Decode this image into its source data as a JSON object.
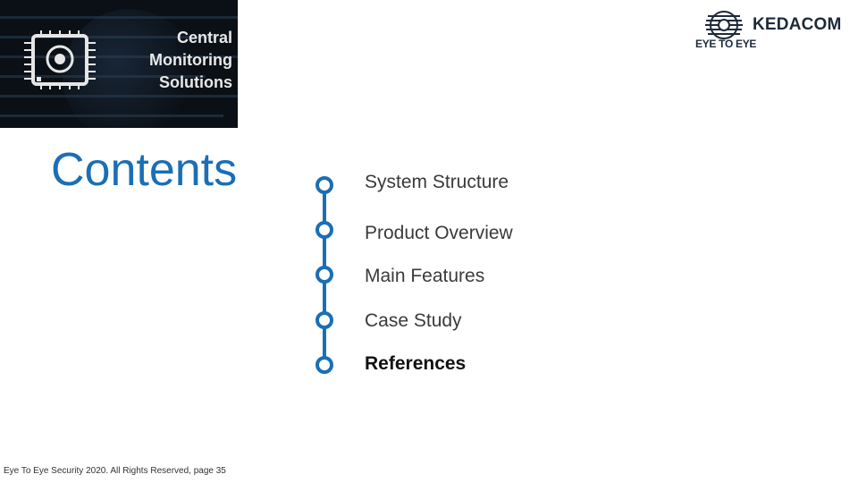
{
  "banner": {
    "title_lines": [
      "Central",
      "Monitoring",
      "Solutions"
    ],
    "icon": "chip-eye-icon"
  },
  "logo": {
    "brand": "KEDACOM",
    "sub": "EYE TO EYE",
    "icon": "kedacom-globe-icon"
  },
  "title": "Contents",
  "agenda": {
    "items": [
      {
        "label": "System Structure",
        "current": false
      },
      {
        "label": "Product Overview",
        "current": false
      },
      {
        "label": "Main Features",
        "current": false
      },
      {
        "label": "Case Study",
        "current": false
      },
      {
        "label": "References",
        "current": true
      }
    ]
  },
  "footer": "Eye To Eye Security 2020. All Rights Reserved, page 35",
  "colors": {
    "accent": "#1a6fb5",
    "banner_bg": "#0b1016",
    "text": "#3a3a3a"
  }
}
